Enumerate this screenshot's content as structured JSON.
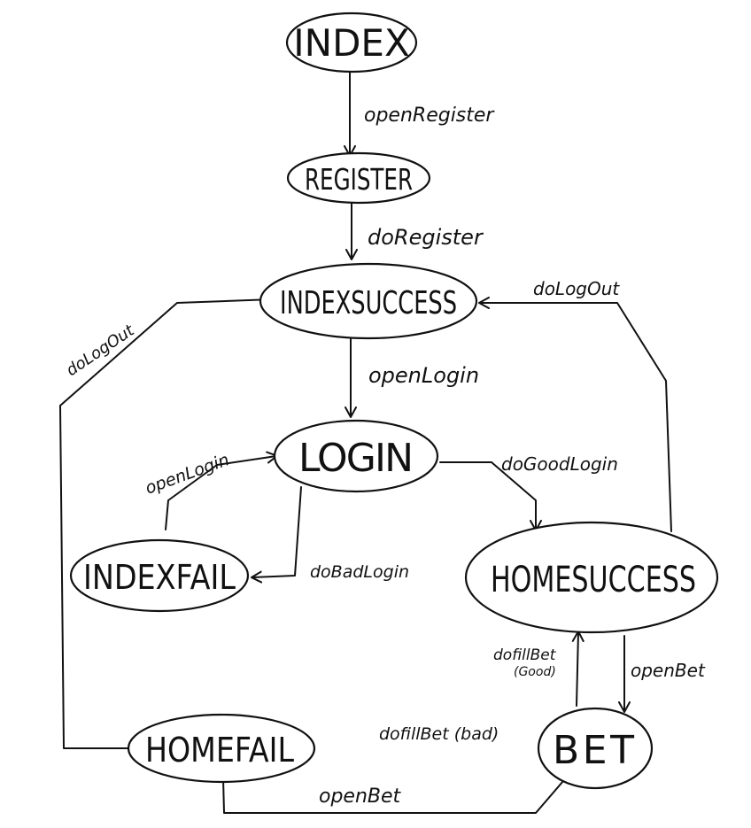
{
  "colors": {
    "ink": "#111111",
    "paper": "#ffffff"
  },
  "nodes": {
    "index": "INDEX",
    "register": "REGISTER",
    "indexsuccess": "INDEXSUCCESS",
    "login": "LOGIN",
    "indexfail": "INDEXFAIL",
    "homesuccess": "HOMESUCCESS",
    "homefail": "HOMEFAIL",
    "bet": "BET"
  },
  "edges": {
    "open_register": "openRegister",
    "do_register": "doRegister",
    "open_login": "openLogin",
    "do_logout_right": "doLogOut",
    "do_logout_left": "doLogOut",
    "open_login_retry": "openLogin",
    "do_good_login": "doGoodLogin",
    "do_bad_login": "doBadLogin",
    "open_bet_home": "openBet",
    "do_fill_bet_good_line1": "dofillBet",
    "do_fill_bet_good_line2": "(Good)",
    "do_fill_bet_bad": "dofillBet (bad)",
    "open_bet_fail": "openBet"
  }
}
